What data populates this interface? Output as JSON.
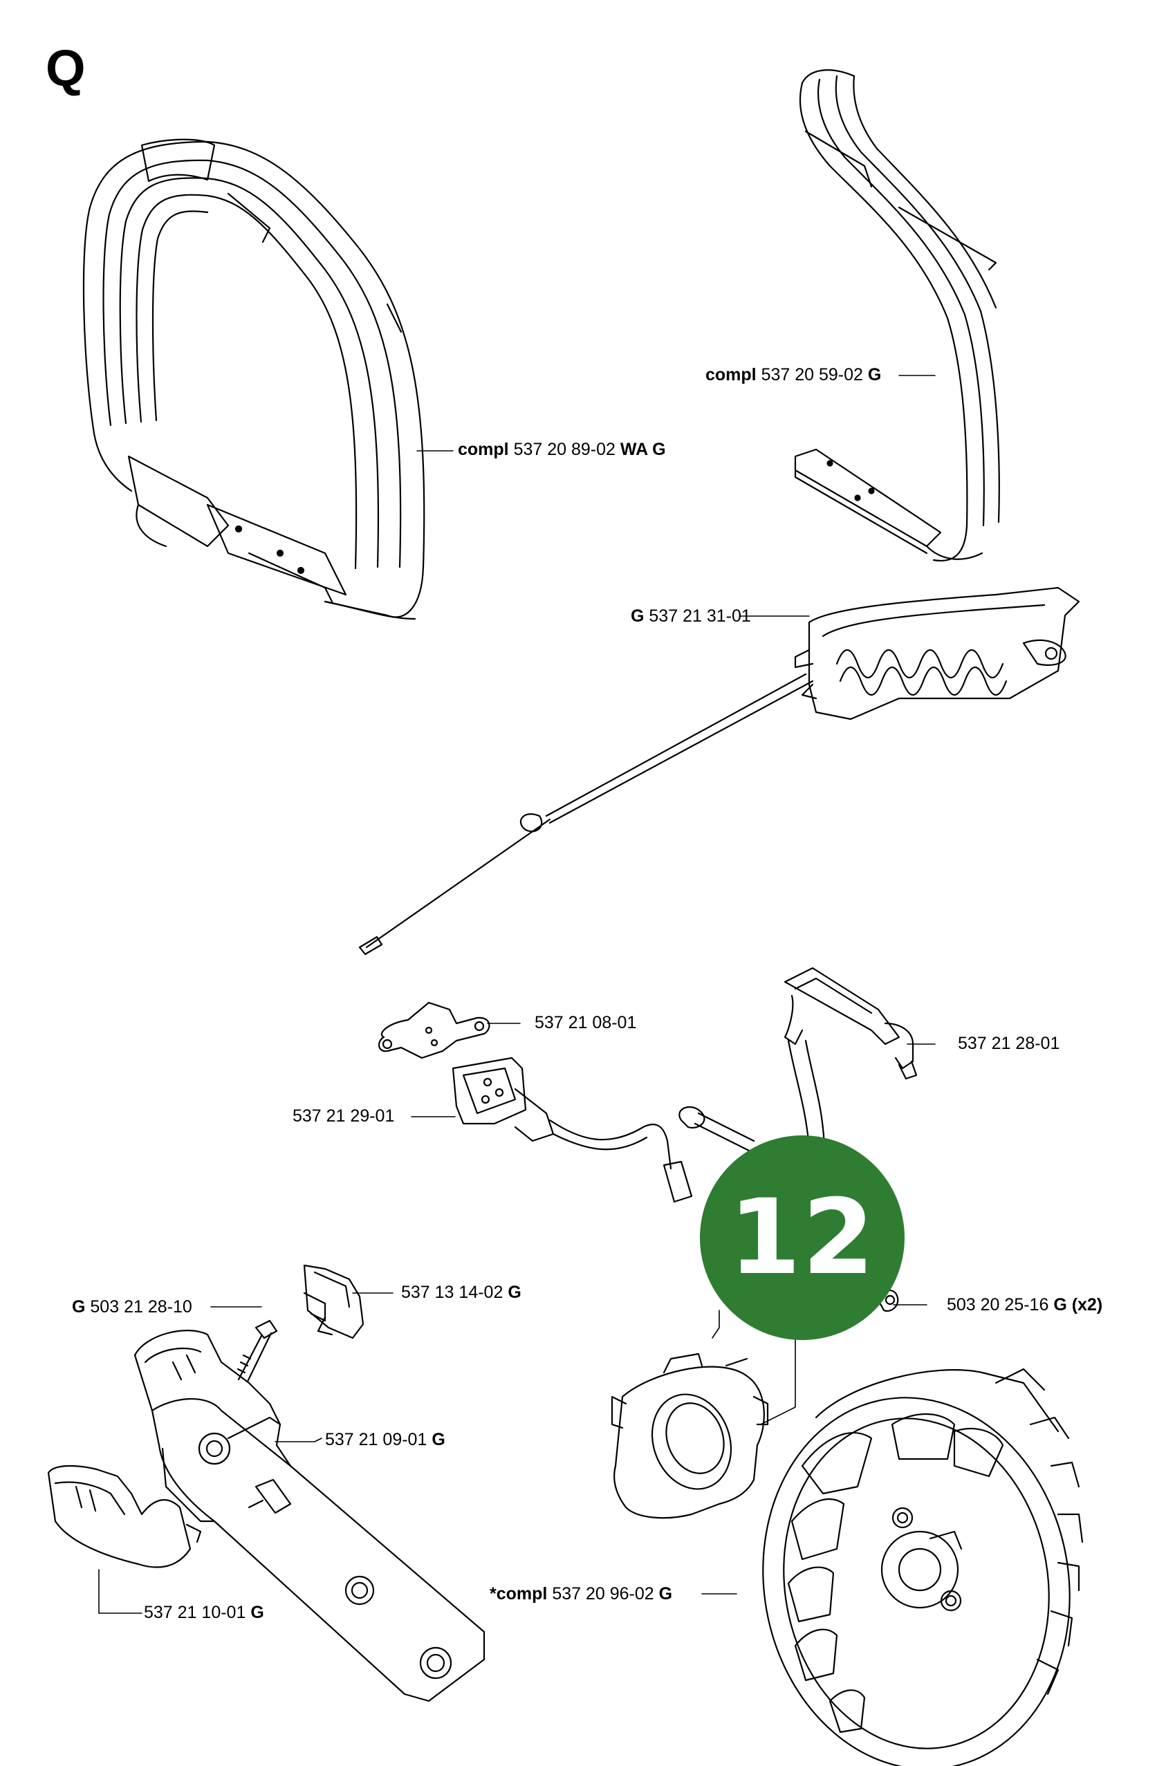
{
  "section_letter": "Q",
  "badge": {
    "number": "12",
    "color": "#2e7d32"
  },
  "callouts": [
    {
      "id": "front-handle",
      "pre_bold": "compl",
      "number": "537 20 89-02",
      "post_bold": "WA G"
    },
    {
      "id": "rear-handle-bar",
      "pre_bold": "compl",
      "number": "537 20 59-02",
      "post_bold": "G"
    },
    {
      "id": "handle-heater",
      "pre_bold": "G",
      "number": "537 21 31-01",
      "post_bold": ""
    },
    {
      "id": "clamp",
      "pre_bold": "",
      "number": "537 21 08-01",
      "post_bold": ""
    },
    {
      "id": "spark-plug-cap",
      "pre_bold": "",
      "number": "537 21 28-01",
      "post_bold": ""
    },
    {
      "id": "switch-module",
      "pre_bold": "",
      "number": "537 21 29-01",
      "post_bold": ""
    },
    {
      "id": "heater-switch",
      "pre_bold": "",
      "number": "537 13 14-02",
      "post_bold": "G"
    },
    {
      "id": "screw",
      "pre_bold": "G",
      "number": "503 21 28-10",
      "post_bold": ""
    },
    {
      "id": "bolt",
      "pre_bold": "",
      "number": "503 20 25-16",
      "post_bold": "G (x2)"
    },
    {
      "id": "grip-housing",
      "pre_bold": "",
      "number": "537 21 09-01",
      "post_bold": "G"
    },
    {
      "id": "grip-cover",
      "pre_bold": "",
      "number": "537 21 10-01",
      "post_bold": "G"
    },
    {
      "id": "flywheel",
      "pre_bold": "*compl",
      "number": "537 20 96-02",
      "post_bold": "G"
    }
  ]
}
